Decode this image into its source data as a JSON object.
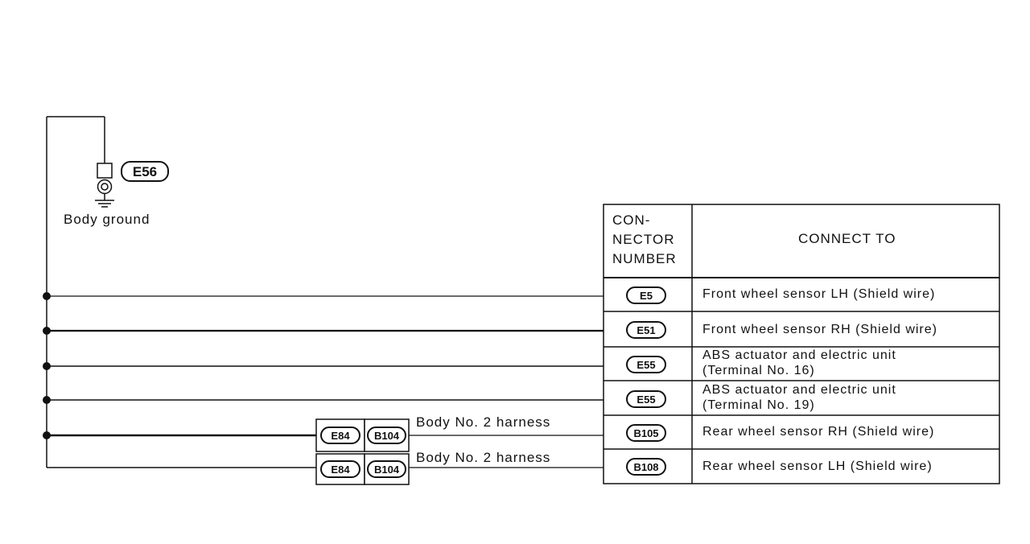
{
  "ground": {
    "connector": "E56",
    "label": "Body ground"
  },
  "table": {
    "header_connector": [
      "CON-",
      "NECTOR",
      "NUMBER"
    ],
    "header_connect_to": "CONNECT TO",
    "rows": [
      {
        "connector": "E5",
        "dest_line1": "Front wheel sensor LH (Shield wire)",
        "dest_line2": ""
      },
      {
        "connector": "E51",
        "dest_line1": "Front wheel sensor RH (Shield wire)",
        "dest_line2": ""
      },
      {
        "connector": "E55",
        "dest_line1": "ABS actuator and electric unit",
        "dest_line2": "(Terminal No. 16)"
      },
      {
        "connector": "E55",
        "dest_line1": "ABS actuator and electric unit",
        "dest_line2": "(Terminal No. 19)"
      },
      {
        "connector": "B105",
        "dest_line1": "Rear wheel sensor RH (Shield wire)",
        "dest_line2": ""
      },
      {
        "connector": "B108",
        "dest_line1": "Rear wheel sensor LH (Shield wire)",
        "dest_line2": ""
      }
    ]
  },
  "harness": [
    {
      "left": "E84",
      "right": "B104",
      "label": "Body No. 2 harness"
    },
    {
      "left": "E84",
      "right": "B104",
      "label": "Body No. 2 harness"
    }
  ]
}
